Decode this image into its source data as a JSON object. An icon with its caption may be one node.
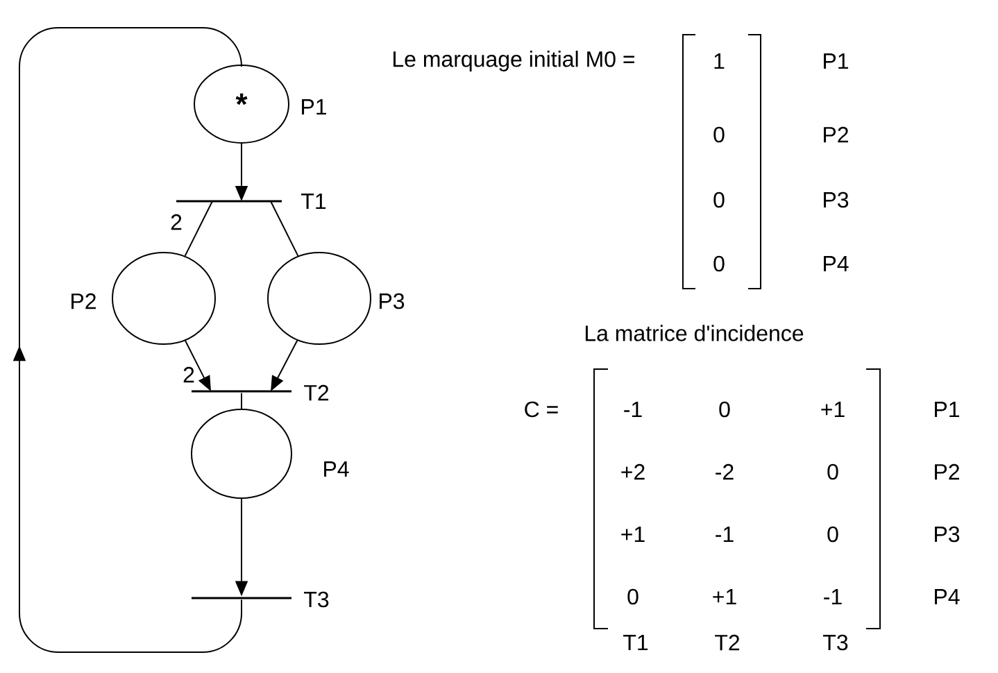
{
  "diagram": {
    "nodes": [
      {
        "text": [
          "*"
        ],
        "beside": [
          "P1"
        ]
      },
      {
        "text": [],
        "shape": "bar",
        "beside": [
          "T1"
        ]
      },
      {
        "text": [],
        "shape": "circle",
        "beside": [
          "P2"
        ]
      },
      {
        "text": [],
        "shape": "circle",
        "beside": [
          "P3"
        ]
      },
      {
        "text": [],
        "shape": "bar",
        "beside": [
          "T2"
        ]
      },
      {
        "text": [],
        "shape": "circle",
        "beside": [
          "P4"
        ]
      },
      {
        "text": [],
        "shape": "bar",
        "beside": [
          "T3"
        ]
      }
    ],
    "edges": [
      {
        "from": 0,
        "to": 1,
        "arrow": "to"
      },
      {
        "from": 1,
        "to": 2,
        "arrow": "none",
        "label": "2"
      },
      {
        "from": 1,
        "to": 3,
        "arrow": "none"
      },
      {
        "from": 2,
        "to": 4,
        "arrow": "to",
        "label": "2"
      },
      {
        "from": 3,
        "to": 4,
        "arrow": "to"
      },
      {
        "from": 4,
        "to": 5,
        "arrow": "none"
      },
      {
        "from": 5,
        "to": 6,
        "arrow": "to"
      },
      {
        "from": 6,
        "to": 0,
        "arrow": "to"
      }
    ],
    "labels": [
      "Le marquage initial M0 =",
      "1",
      "P1",
      "0",
      "P2",
      "0",
      "P3",
      "0",
      "P4",
      "La matrice d'incidence",
      "C =",
      "-1",
      "0",
      "+1",
      "P1",
      "+2",
      "-2",
      "0",
      "P2",
      "+1",
      "-1",
      "0",
      "P3",
      "0",
      "+1",
      "-1",
      "P4",
      "T1",
      "T2",
      "T3"
    ]
  }
}
